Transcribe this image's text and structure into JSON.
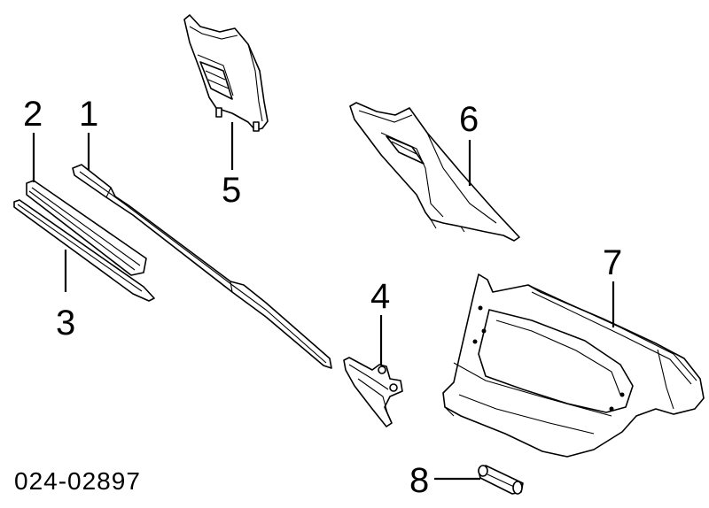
{
  "callouts": {
    "c1": "1",
    "c2": "2",
    "c3": "3",
    "c4": "4",
    "c5": "5",
    "c6": "6",
    "c7": "7",
    "c8": "8"
  },
  "diagram_code": "024-02897"
}
